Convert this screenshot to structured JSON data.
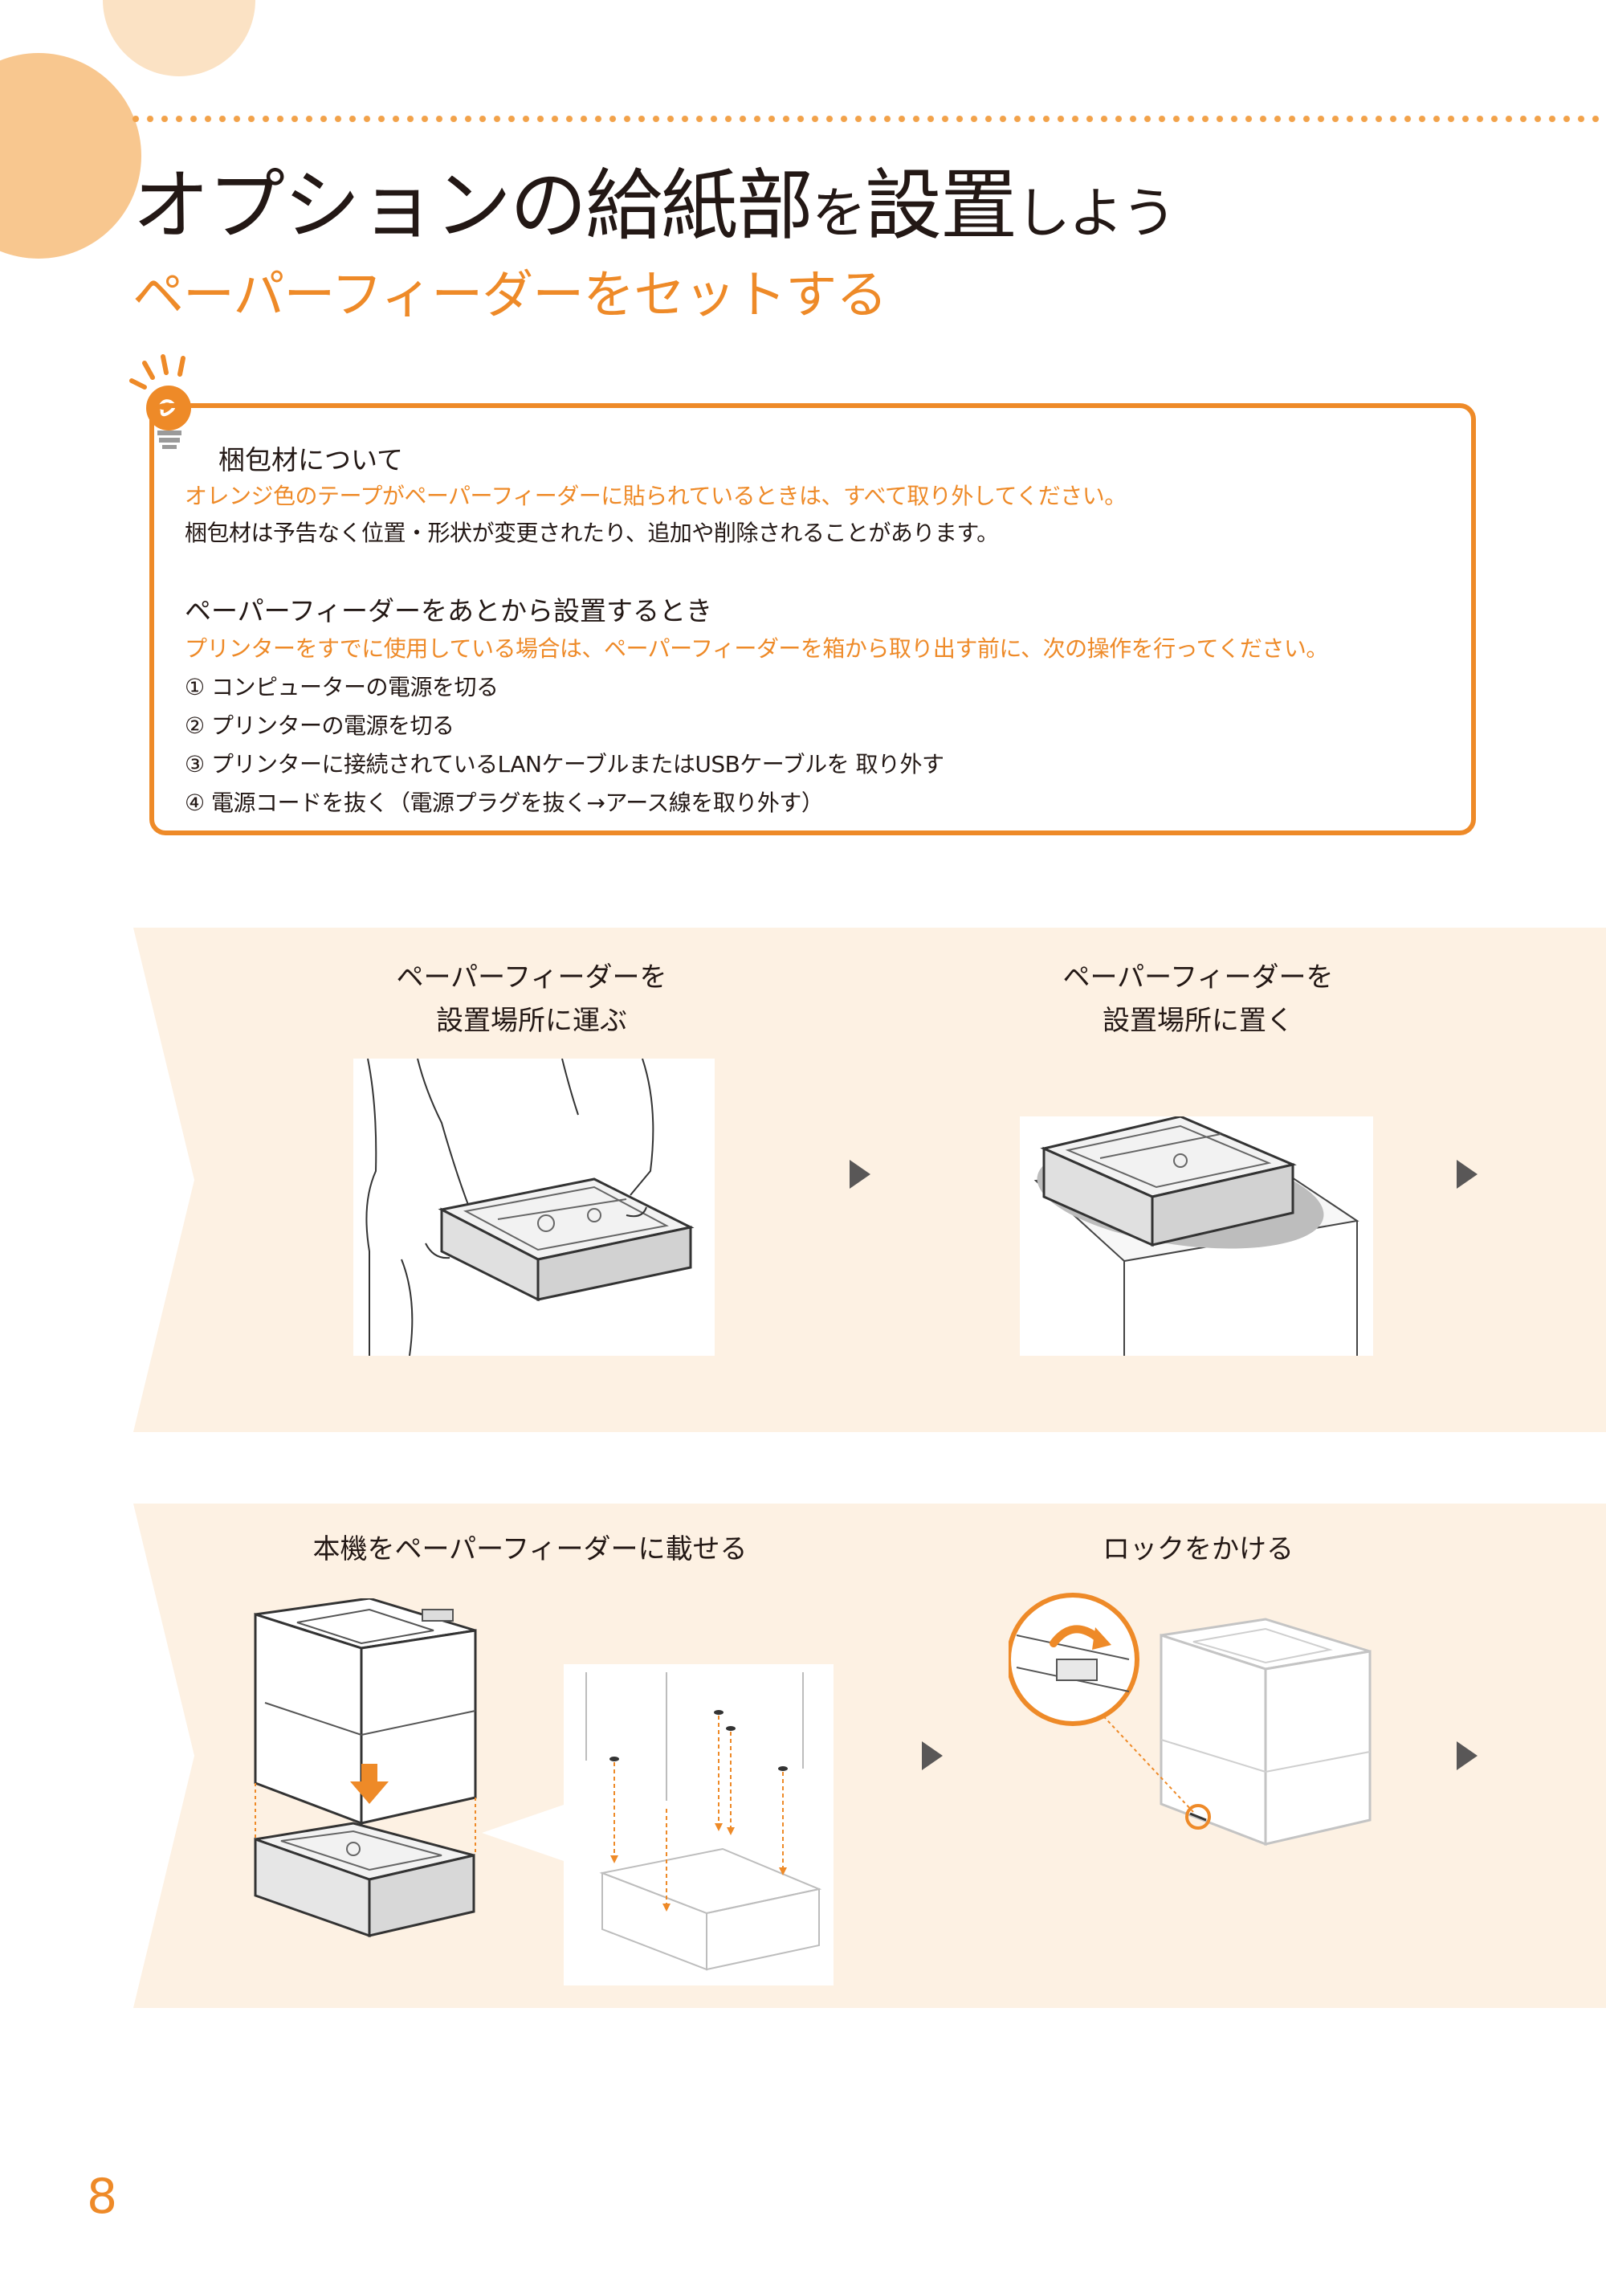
{
  "header": {
    "title_parts": [
      "オプションの給紙部",
      "を",
      "設置",
      "しよう"
    ],
    "subtitle": "ペーパーフィーダーをセットする"
  },
  "note": {
    "packing": {
      "heading": "梱包材について",
      "warning": "オレンジ色のテープがペーパーフィーダーに貼られているときは、すべて取り外してください。",
      "text": "梱包材は予告なく位置・形状が変更されたり、追加や削除されることがあります。"
    },
    "later_install": {
      "heading": "ペーパーフィーダーをあとから設置するとき",
      "warning": "プリンターをすでに使用している場合は、ペーパーフィーダーを箱から取り出す前に、次の操作を行ってください。",
      "steps": [
        "① コンピューターの電源を切る",
        "② プリンターの電源を切る",
        "③ プリンターに接続されているLANケーブルまたはUSBケーブルを 取り外す",
        "④ 電源コードを抜く（電源プラグを抜く→アース線を取り外す）"
      ]
    }
  },
  "steps_row1": [
    {
      "line1": "ペーパーフィーダーを",
      "line2": "設置場所に運ぶ"
    },
    {
      "line1": "ペーパーフィーダーを",
      "line2": "設置場所に置く"
    }
  ],
  "steps_row2": [
    {
      "label": "本機をペーパーフィーダーに載せる"
    },
    {
      "label": "ロックをかける"
    }
  ],
  "page_number": "8",
  "colors": {
    "accent": "#ee8a28",
    "band": "#fdf1e3",
    "deco": "#f8c78f",
    "deco_light": "#fbe0c0"
  },
  "icons": [
    "lightbulb-icon",
    "next-arrow-icon"
  ]
}
